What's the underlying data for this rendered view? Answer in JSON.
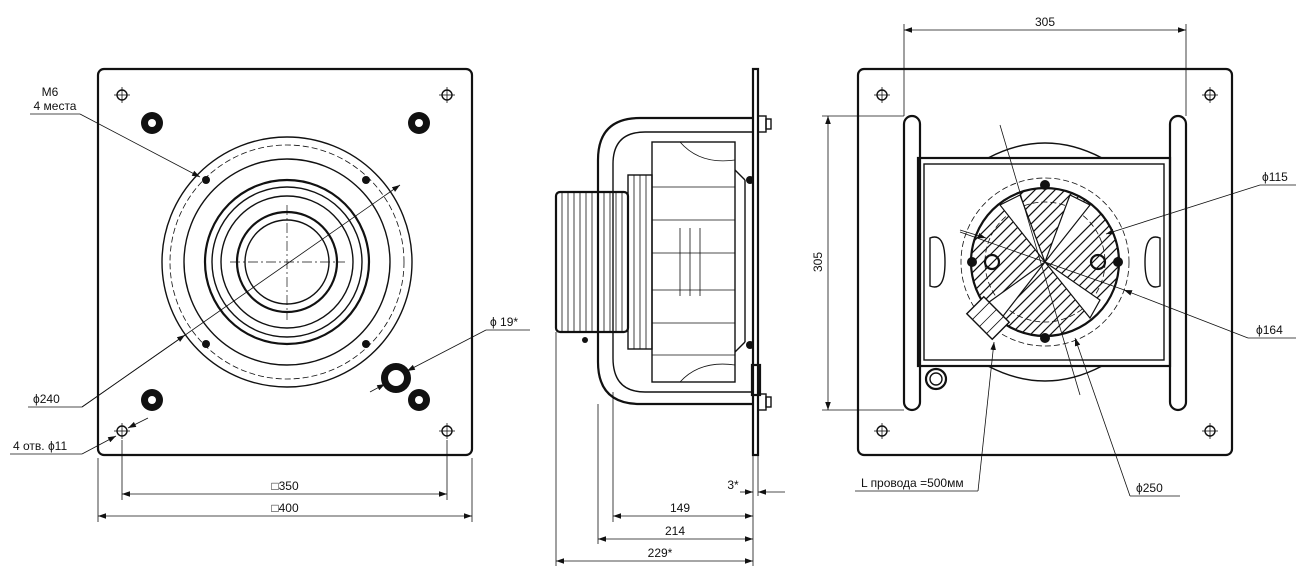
{
  "front_view": {
    "thread_label": "M6",
    "thread_count_label": "4 места",
    "ring_diameter": "ϕ240",
    "holes_label": "4 отв. ϕ11",
    "pipe_diameter": "ϕ 19*",
    "bolt_spacing": "□350",
    "plate_size": "□400"
  },
  "side_view": {
    "flange_thickness": "3*",
    "depth_1": "149",
    "depth_2": "214",
    "depth_total": "229*"
  },
  "rear_view": {
    "width": "305",
    "height": "305",
    "dia_small": "ϕ115",
    "dia_mid": "ϕ164",
    "dia_large": "ϕ250",
    "cable_label": "L провода =500мм"
  }
}
